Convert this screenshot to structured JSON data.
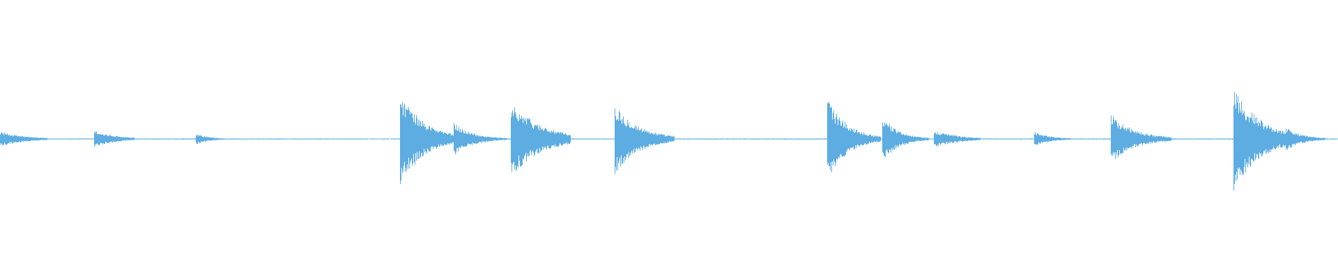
{
  "waveform": {
    "color": "#5DADE2",
    "background": "#ffffff",
    "onsets": [
      {
        "t": 0.0,
        "amp": 0.055,
        "decay": 0.018,
        "dur": 0.035
      },
      {
        "t": 0.07,
        "amp": 0.062,
        "decay": 0.016,
        "dur": 0.03
      },
      {
        "t": 0.146,
        "amp": 0.04,
        "decay": 0.01,
        "dur": 0.022
      },
      {
        "t": 0.2985,
        "amp": 0.345,
        "decay": 0.018,
        "dur": 0.045
      },
      {
        "t": 0.339,
        "amp": 0.12,
        "decay": 0.014,
        "dur": 0.04
      },
      {
        "t": 0.3815,
        "amp": 0.28,
        "decay": 0.022,
        "dur": 0.045
      },
      {
        "t": 0.459,
        "amp": 0.26,
        "decay": 0.018,
        "dur": 0.045
      },
      {
        "t": 0.618,
        "amp": 0.3,
        "decay": 0.015,
        "dur": 0.04
      },
      {
        "t": 0.659,
        "amp": 0.175,
        "decay": 0.012,
        "dur": 0.035
      },
      {
        "t": 0.6975,
        "amp": 0.065,
        "decay": 0.018,
        "dur": 0.035
      },
      {
        "t": 0.7725,
        "amp": 0.055,
        "decay": 0.012,
        "dur": 0.028
      },
      {
        "t": 0.83,
        "amp": 0.18,
        "decay": 0.018,
        "dur": 0.045
      },
      {
        "t": 0.9215,
        "amp": 0.39,
        "decay": 0.02,
        "dur": 0.045
      },
      {
        "t": 0.9605,
        "amp": 0.09,
        "decay": 0.012,
        "dur": 0.03
      }
    ],
    "gaps": [
      [
        0.2755,
        0.2765
      ],
      [
        0.284,
        0.285
      ],
      [
        0.2905,
        0.2915
      ]
    ]
  }
}
